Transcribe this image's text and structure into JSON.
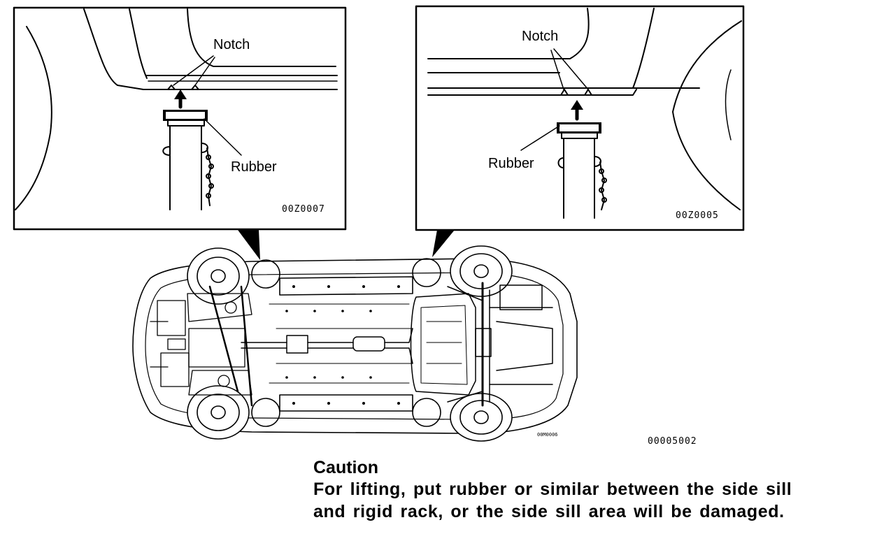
{
  "left_detail": {
    "notch_label": "Notch",
    "rubber_label": "Rubber",
    "code": "00Z0007"
  },
  "right_detail": {
    "notch_label": "Notch",
    "rubber_label": "Rubber",
    "code": "00Z0005"
  },
  "underbody": {
    "small_code": "00M0006",
    "code": "00005002"
  },
  "caution": {
    "title": "Caution",
    "line1": "For lifting, put rubber or similar between the side sill",
    "line2": "and rigid rack, or the side sill area will be damaged."
  }
}
